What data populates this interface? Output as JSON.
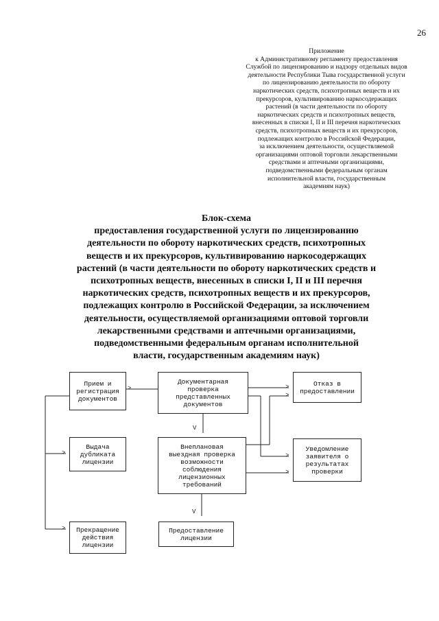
{
  "page_number": "26",
  "appendix": {
    "lines": [
      "Приложение",
      "к Административному регламенту предоставления",
      "Службой по лицензированию и надзору отдельных видов",
      "деятельности Республики Тыва государственной услуги",
      "по лицензированию деятельности по обороту",
      "наркотических средств, психотропных веществ и их",
      "прекурсоров, культивированию наркосодержащих",
      "растений (в части деятельности по обороту",
      "наркотических средств и психотропных веществ,",
      "внесенных в списки I, II и III перечня наркотических",
      "средств, психотропных веществ и их прекурсоров,",
      "подлежащих контролю в Российской Федерации,",
      "за исключением деятельности, осуществляемой",
      "организациями оптовой торговли лекарственными",
      "средствами и аптечными организациями,",
      "подведомственными федеральным органам",
      "исполнительной власти, государственным",
      "академиям наук)"
    ]
  },
  "title": {
    "lines": [
      "Блок-схема",
      "предоставления  государственной услуги по лицензированию",
      "деятельности по обороту наркотических средств, психотропных",
      "веществ и их прекурсоров, культивированию наркосодержащих",
      "растений (в части деятельности по обороту наркотических средств и",
      "психотропных веществ, внесенных в списки I, II и III перечня",
      "наркотических средств, психотропных веществ и их прекурсоров,",
      "подлежащих контролю в Российской Федерации, за исключением",
      "деятельности, осуществляемой организациями оптовой торговли",
      "лекарственными средствами и аптечными организациями,",
      "подведомственными  федеральным органам исполнительной",
      "власти, государственным академиям наук)"
    ]
  },
  "flowchart": {
    "arrow_right": ">",
    "arrow_down": "V",
    "boxes": {
      "priem": [
        "Прием и",
        "регистрация",
        "документов"
      ],
      "proverka": [
        "Документарная",
        "проверка",
        "представленных",
        "документов"
      ],
      "otkaz": [
        "Отказ в",
        "предоставлении"
      ],
      "duplikat": [
        "Выдача",
        "дубликата",
        "лицензии"
      ],
      "vyezdnaya": [
        "Внеплановая",
        "выездная проверка",
        "возможности",
        "соблюдения",
        "лицензионных",
        "требований"
      ],
      "uvedomlenie": [
        "Уведомление",
        "заявителя о",
        "результатах",
        "проверки"
      ],
      "prekrashchenie": [
        "Прекращение",
        "действия",
        "лицензии"
      ],
      "predostavlenie": [
        "Предоставление",
        "лицензии"
      ]
    }
  }
}
